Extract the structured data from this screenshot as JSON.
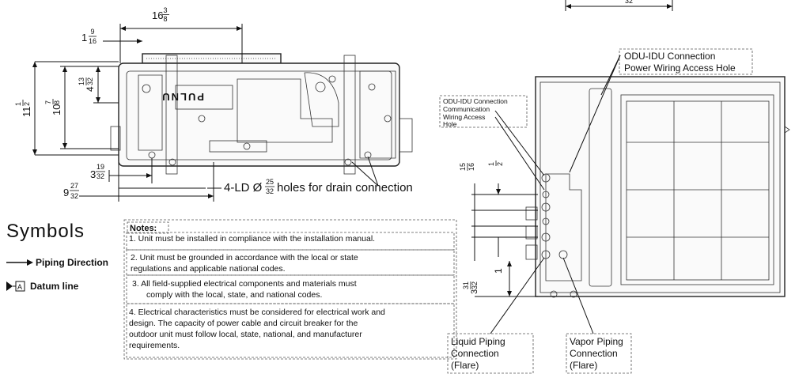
{
  "dimensions": {
    "top_width": "16 3/8",
    "offset_left": "1 9/16",
    "height_outer": "11 1/2",
    "height_inner": "10 7/8",
    "height_slot": "4 13/32",
    "bottom_left": "3 19/32",
    "bottom_offset": "9 27/32",
    "right_top": "15/16",
    "right_mid": "1/2",
    "right_low": "1",
    "right_base": "3 31/32",
    "top_right_partial": "32"
  },
  "unit_logo": "PULNU",
  "drain_label": "4-LD Ø25/32 holes for drain connection",
  "drain_parts": {
    "prefix": "4-LD Ø",
    "num": "25",
    "den": "32",
    "suffix": " holes for drain connection"
  },
  "symbols": {
    "title": "Symbols",
    "piping_direction": "Piping Direction",
    "datum_badge": "A",
    "datum_line": "Datum line"
  },
  "notes": {
    "heading": "Notes:",
    "items": [
      "1. Unit must be installed in compliance with the installation manual.",
      "2. Unit must be grounded in accordance with the local or state",
      "regulations and applicable national codes.",
      "3.  All field-supplied electrical components and materials must",
      "comply with the local, state, and national codes.",
      "4. Electrical characteristics must be considered for electrical work and",
      "design. The capacity of power cable and circuit breaker for the",
      "outdoor unit must follow local, state, national, and manufacturer",
      "requirements."
    ]
  },
  "callouts": {
    "odu_power_1": "ODU-IDU Connection",
    "odu_power_2": "Power Wiring Access Hole",
    "odu_comm_1": "ODU-IDU Connection",
    "odu_comm_2": "Communication",
    "odu_comm_3": "Wiring Access",
    "odu_comm_4": "Hole",
    "liquid_1": "Liquid Piping",
    "liquid_2": "Connection",
    "liquid_3": "(Flare)",
    "vapor_1": "Vapor Piping",
    "vapor_2": "Connection",
    "vapor_3": "(Flare)"
  }
}
